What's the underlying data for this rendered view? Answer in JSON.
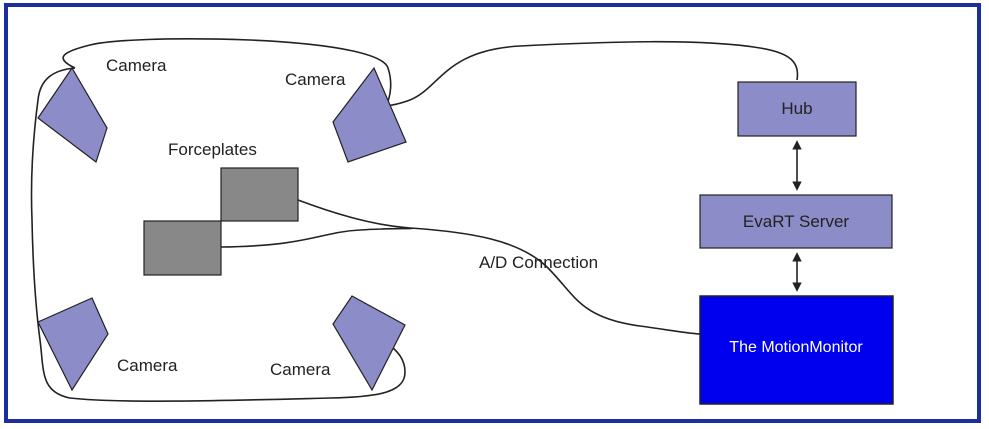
{
  "labels": {
    "camera_top_left": "Camera",
    "camera_top_right": "Camera",
    "camera_bottom_left": "Camera",
    "camera_bottom_right": "Camera",
    "forceplates": "Forceplates",
    "ad_connection": "A/D Connection"
  },
  "boxes": {
    "hub": "Hub",
    "server": "EvaRT Server",
    "monitor": "The MotionMonitor"
  },
  "colors": {
    "frame": "#1a2ea0",
    "camera_fill": "#8c8cc8",
    "box_fill": "#8c8cc8",
    "monitor_fill": "#0000ee",
    "forceplate_fill": "#888888",
    "line": "#222222"
  }
}
